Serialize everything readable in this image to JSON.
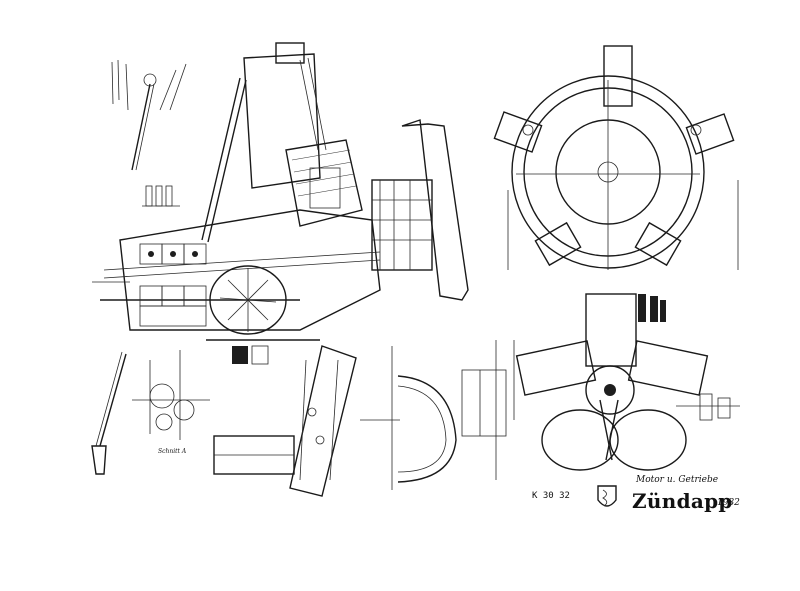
{
  "title_block": {
    "drawing_number": "K 30 32",
    "caption": "Motor u. Getriebe",
    "brand": "Zündapp",
    "year": "1932",
    "section_note": "Schnitt A"
  },
  "colors": {
    "ink": "#1a1a1a",
    "paper": "#ffffff"
  },
  "icons": {
    "logo": "zundapp-shield-logo-icon"
  }
}
